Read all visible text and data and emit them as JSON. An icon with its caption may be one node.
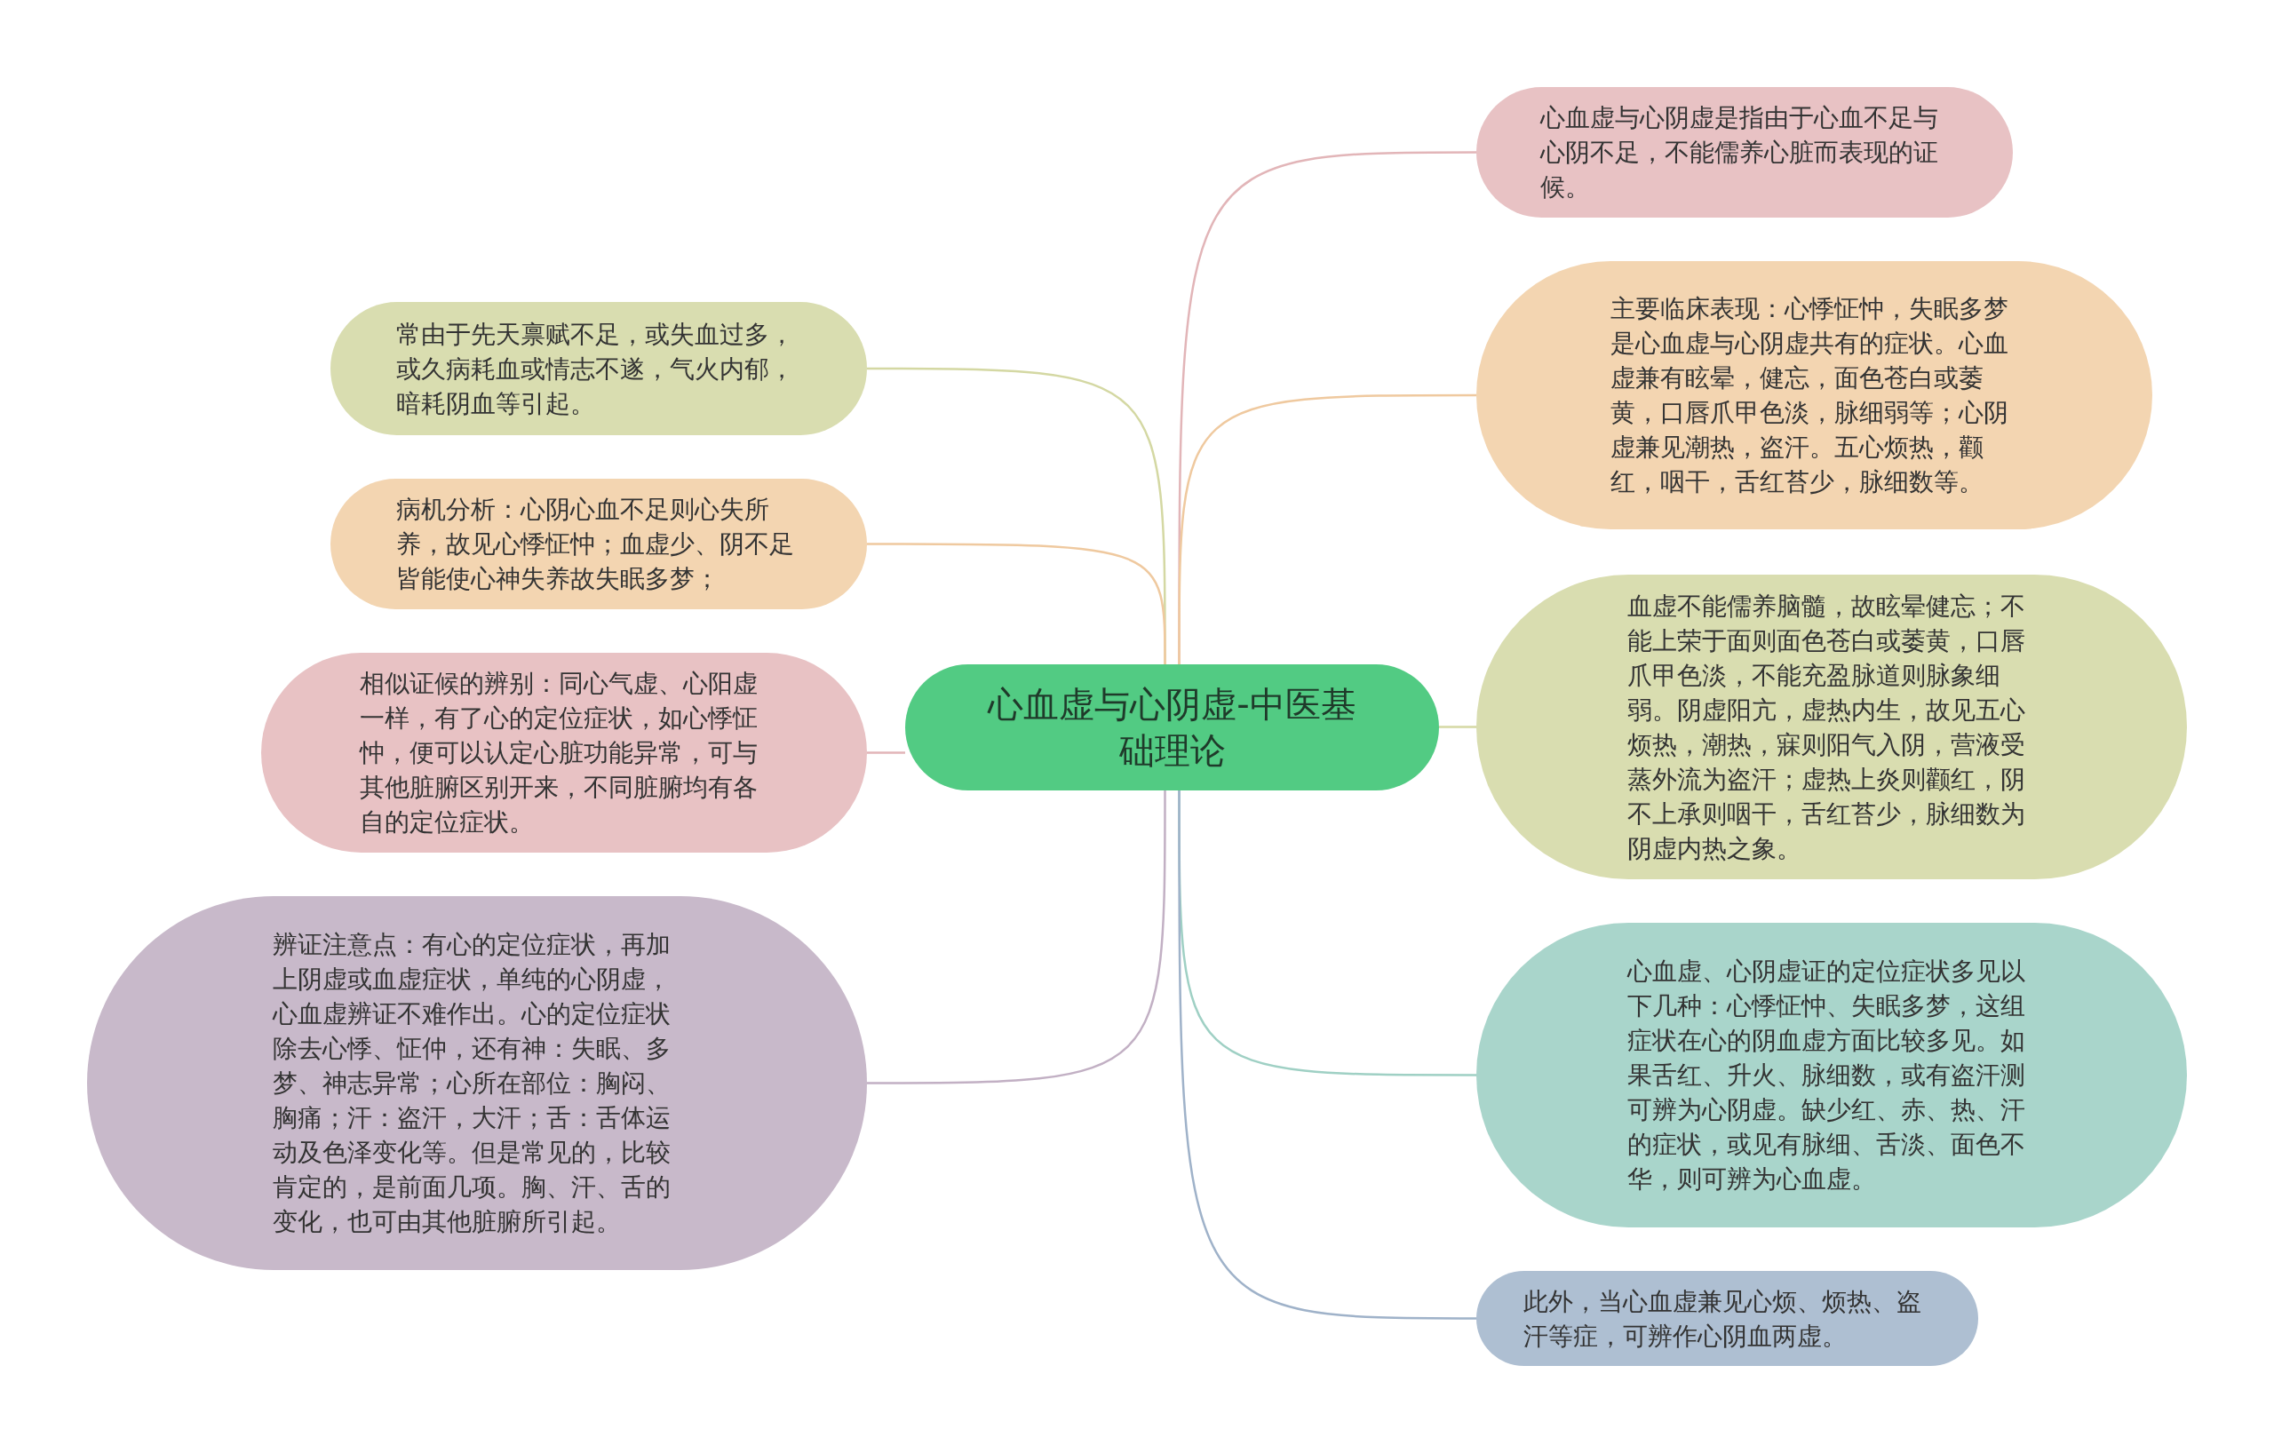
{
  "diagram": {
    "nodes": [
      {
        "text": [
          "心血虚与心阴虚-中医基础理论"
        ]
      },
      {
        "text": [
          "心血虚与心阴虚是指由于心血不足与心阴不足，不能儒养心脏而表现的证候。"
        ]
      },
      {
        "text": [
          "主要临床表现：心悸怔忡，失眠多梦是心血虚与心阴虚共有的症状。心血虚兼有眩晕，健忘，面色苍白或萎黄，口唇爪甲色淡，脉细弱等；心阴虚兼见潮热，盗汗。五心烦热，颧红，咽干，舌红苔少，脉细数等。"
        ]
      },
      {
        "text": [
          "血虚不能儒养脑髓，故眩晕健忘；不能上荣于面则面色苍白或萎黄，口唇爪甲色淡，不能充盈脉道则脉象细弱。阴虚阳亢，虚热内生，故见五心烦热，潮热，寐则阳气入阴，营液受蒸外流为盗汗；虚热上炎则颧红，阴不上承则咽干，舌红苔少，脉细数为阴虚内热之象。"
        ]
      },
      {
        "text": [
          "心血虚、心阴虚证的定位症状多见以下几种：心悸怔忡、失眠多梦，这组症状在心的阴血虚方面比较多见。如果舌红、升火、脉细数，或有盗汗测可辨为心阴虚。缺少红、赤、热、汗的症状，或见有脉细、舌淡、面色不华，则可辨为心血虚。"
        ]
      },
      {
        "text": [
          "此外，当心血虚兼见心烦、烦热、盗汗等症，可辨作心阴血两虚。"
        ]
      },
      {
        "text": [
          "常由于先天禀赋不足，或失血过多，或久病耗血或情志不遂，气火内郁，暗耗阴血等引起。"
        ]
      },
      {
        "text": [
          "病机分析：心阴心血不足则心失所养，故见心悸怔忡；血虚少、阴不足皆能使心神失养故失眠多梦；"
        ]
      },
      {
        "text": [
          "相似证候的辨别：同心气虚、心阳虚一样，有了心的定位症状，如心悸怔忡，便可以认定心脏功能异常，可与其他脏腑区别开来，不同脏腑均有各自的定位症状。"
        ]
      },
      {
        "text": [
          "辨证注意点：有心的定位症状，再加上阴虚或血虚症状，单纯的心阴虚，心血虚辨证不难作出。心的定位症状除去心悸、怔仲，还有神：失眠、多梦、神志异常；心所在部位：胸闷、胸痛；汗：盗汗，大汗；舌：舌体运动及色泽变化等。但是常见的，比较肯定的，是前面几项。胸、汗、舌的变化，也可由其他脏腑所引起。"
        ]
      }
    ],
    "edges": [
      {
        "from": 0,
        "to": 1,
        "arrow": "none",
        "color": "#e2b5b8"
      },
      {
        "from": 0,
        "to": 2,
        "arrow": "none",
        "color": "#efc99f"
      },
      {
        "from": 0,
        "to": 3,
        "arrow": "none",
        "color": "#d4d8a3"
      },
      {
        "from": 0,
        "to": 4,
        "arrow": "none",
        "color": "#9fd0c4"
      },
      {
        "from": 0,
        "to": 5,
        "arrow": "none",
        "color": "#9fb2c9"
      },
      {
        "from": 0,
        "to": 6,
        "arrow": "none",
        "color": "#d4d8a3"
      },
      {
        "from": 0,
        "to": 7,
        "arrow": "none",
        "color": "#efc99f"
      },
      {
        "from": 0,
        "to": 8,
        "arrow": "none",
        "color": "#e2b5b8"
      },
      {
        "from": 0,
        "to": 9,
        "arrow": "none",
        "color": "#c2b0c4"
      }
    ]
  }
}
